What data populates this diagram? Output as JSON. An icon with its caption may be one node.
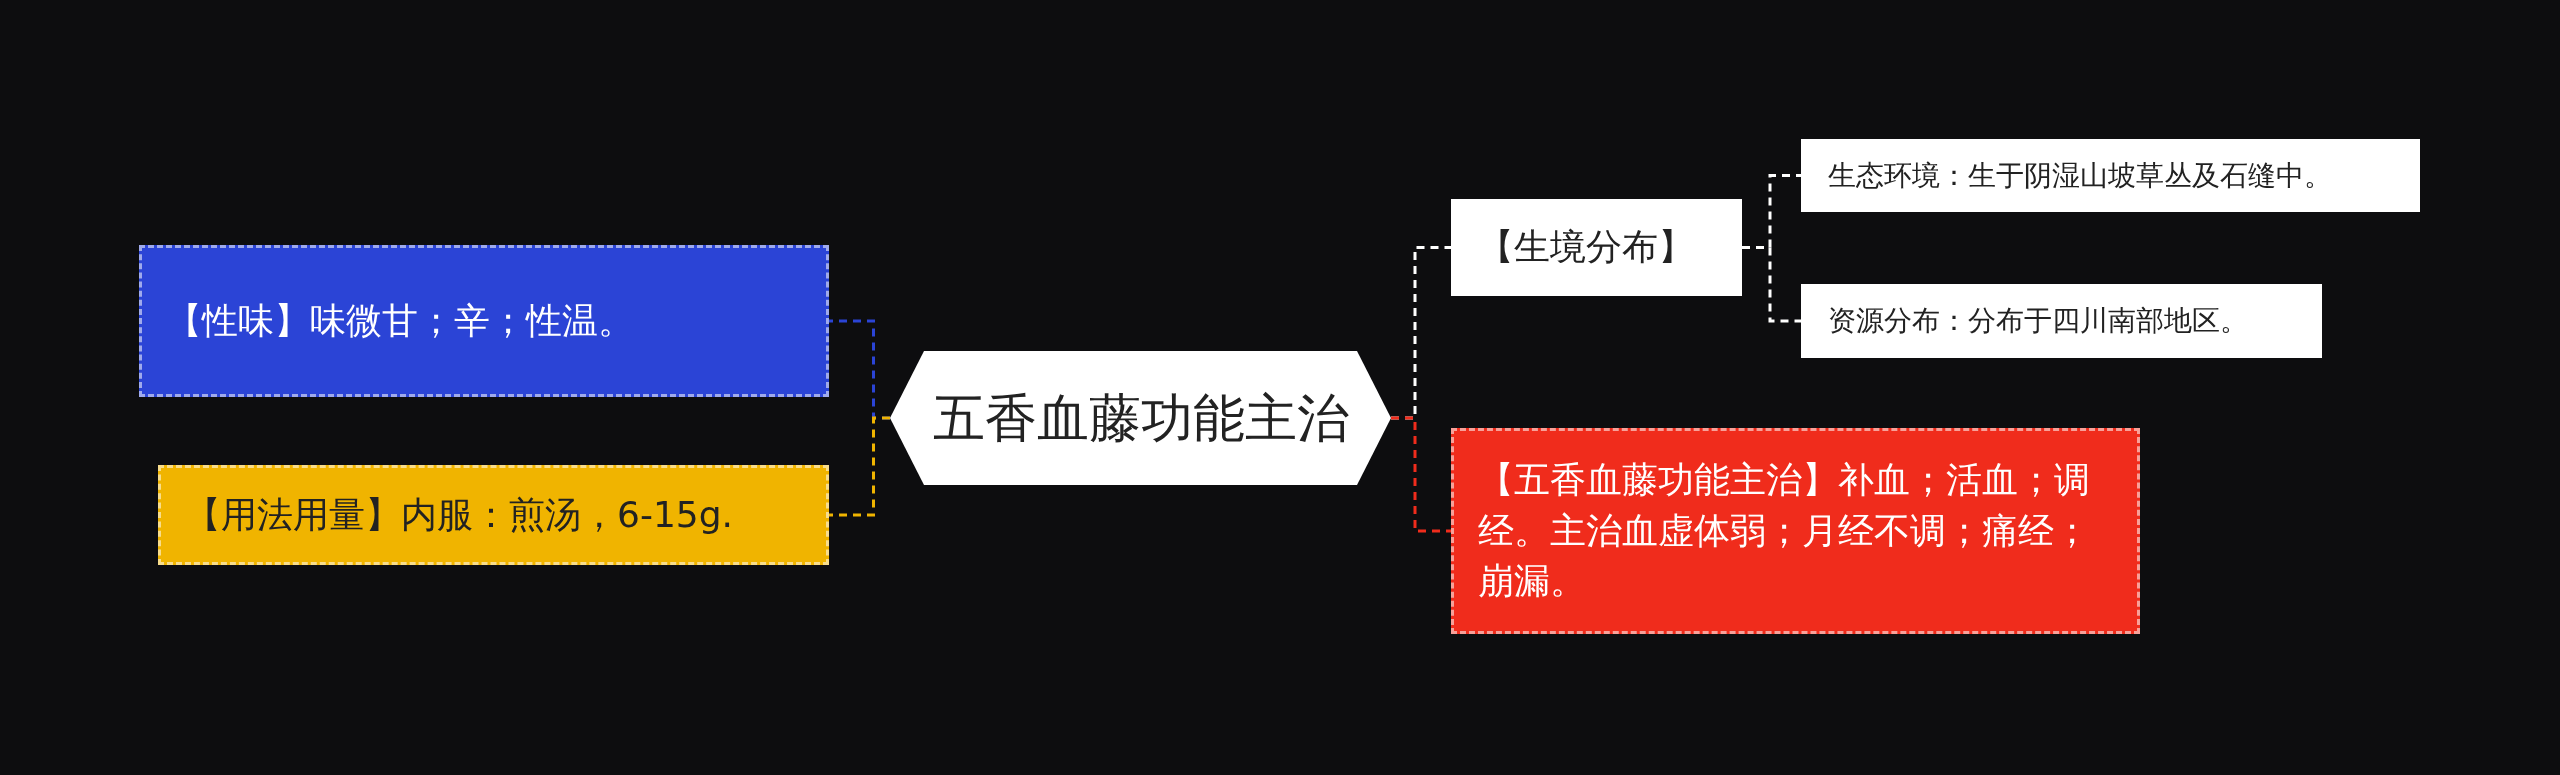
{
  "diagram": {
    "nodes": [
      {
        "text": [
          "五香血藤功能主治"
        ]
      },
      {
        "text": [
          "【性味】味微甘；辛；性温。"
        ]
      },
      {
        "text": [
          "【用法用量】内服：煎汤，6-15g."
        ]
      },
      {
        "text": [
          "【生境分布】"
        ]
      },
      {
        "text": [
          "生态环境：生于阴湿山坡草丛及石缝中。"
        ]
      },
      {
        "text": [
          "资源分布：分布于四川南部地区。"
        ]
      },
      {
        "text": [
          "【五香血藤功能主治】补血；活血；调经。主治血虚体弱；月经不调；痛经；崩漏。"
        ]
      }
    ],
    "edges": [
      {
        "from": 0,
        "to": 1,
        "arrow": "none",
        "style": "dashed",
        "color": "#2b44d6"
      },
      {
        "from": 0,
        "to": 2,
        "arrow": "none",
        "style": "dashed",
        "color": "#f0b400"
      },
      {
        "from": 0,
        "to": 3,
        "arrow": "none",
        "style": "dashed",
        "color": "#ffffff"
      },
      {
        "from": 3,
        "to": 4,
        "arrow": "none",
        "style": "dashed",
        "color": "#ffffff"
      },
      {
        "from": 3,
        "to": 5,
        "arrow": "none",
        "style": "dashed",
        "color": "#ffffff"
      },
      {
        "from": 0,
        "to": 6,
        "arrow": "none",
        "style": "dashed",
        "color": "#f02c1c"
      }
    ]
  }
}
